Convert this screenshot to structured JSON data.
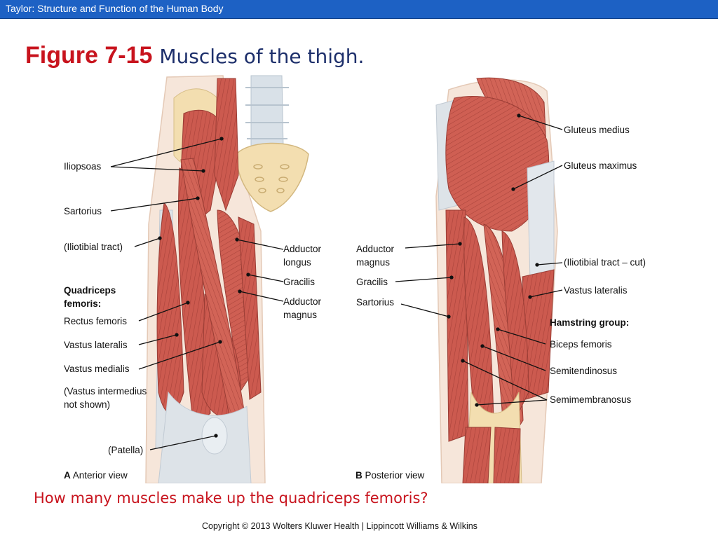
{
  "header": {
    "text": "Taylor: Structure and Function of the Human Body"
  },
  "title": {
    "figure_number": "Figure 7-15",
    "caption": "Muscles of the thigh."
  },
  "colors": {
    "header_bg": "#1d61c4",
    "title_red": "#c8141e",
    "caption_navy": "#1d2f6b",
    "muscle": "#cc5a4f",
    "tendon": "#dde3e8",
    "bone": "#f3deb0"
  },
  "anterior_view": {
    "letter": "A",
    "title": "Anterior view",
    "labels": {
      "iliopsoas": "Iliopsoas",
      "sartorius": "Sartorius",
      "iliotibial_tract": "(Iliotibial tract)",
      "quadriceps_line1": "Quadriceps",
      "quadriceps_line2": "femoris:",
      "rectus_femoris": "Rectus femoris",
      "vastus_lateralis": "Vastus lateralis",
      "vastus_medialis": "Vastus medialis",
      "vastus_intermedius_line1": "(Vastus intermedius",
      "vastus_intermedius_line2": "not shown)",
      "patella": "(Patella)",
      "adductor_longus_line1": "Adductor",
      "adductor_longus_line2": "longus",
      "gracilis": "Gracilis",
      "adductor_magnus_line1": "Adductor",
      "adductor_magnus_line2": "magnus"
    }
  },
  "posterior_view": {
    "letter": "B",
    "title": "Posterior view",
    "labels": {
      "gluteus_medius": "Gluteus medius",
      "gluteus_maximus": "Gluteus maximus",
      "iliotibial_tract_cut": "(Iliotibial tract – cut)",
      "vastus_lateralis": "Vastus lateralis",
      "hamstring_group": "Hamstring group:",
      "biceps_femoris": "Biceps femoris",
      "semitendinosus": "Semitendinosus",
      "semimembranosus": "Semimembranosus",
      "adductor_magnus_line1": "Adductor",
      "adductor_magnus_line2": "magnus",
      "gracilis": "Gracilis",
      "sartorius": "Sartorius"
    }
  },
  "question": "How many muscles make up the quadriceps femoris?",
  "copyright": "Copyright © 2013 Wolters Kluwer Health | Lippincott Williams & Wilkins"
}
